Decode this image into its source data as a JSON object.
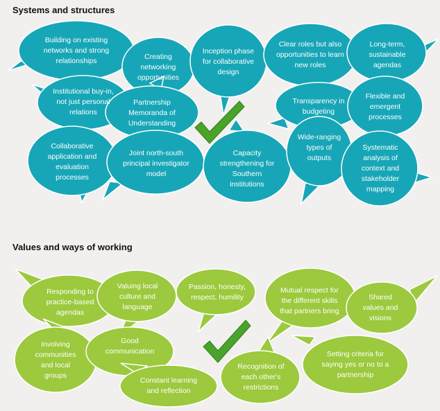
{
  "sections": {
    "systems": {
      "title": "Systems and structures",
      "bubbles": [
        "Building on existing networks and strong relationships",
        "Creating networking opportunities",
        "Inception phase for collaborative design",
        "Clear roles but also opportunities to learn new roles",
        "Long-term, sustainable agendas",
        "Institutional buy-in, not just personal relations",
        "Partnership Memoranda of Understanding",
        "Transparency in budgeting",
        "Flexible and emergent processes",
        "Collaborative application and evaluation processes",
        "Joint north-south principal investigator model",
        "Capacity strengthening for Southern institutions",
        "Wide-ranging types of outputs",
        "Systematic analysis of context and stakeholder mapping"
      ]
    },
    "values": {
      "title": "Values and ways of working",
      "bubbles": [
        "Responding to practice-based agendas",
        "Valuing local culture and language",
        "Passion, honesty, respect, humility",
        "Mutual respect for the different skills that partners bring",
        "Shared values and visions",
        "Involving communities and local groups",
        "Good communication",
        "Setting criteria for saying yes or no to a partnership",
        "Recognition of each other's restrictions",
        "Constant learning and reflection"
      ]
    }
  },
  "colors": {
    "teal": "#17a6b7",
    "green": "#9cc93d",
    "check_green": "#4aa32a",
    "background": "#f2f0ef"
  },
  "icons": [
    "checkmark-icon",
    "checkmark-icon"
  ]
}
